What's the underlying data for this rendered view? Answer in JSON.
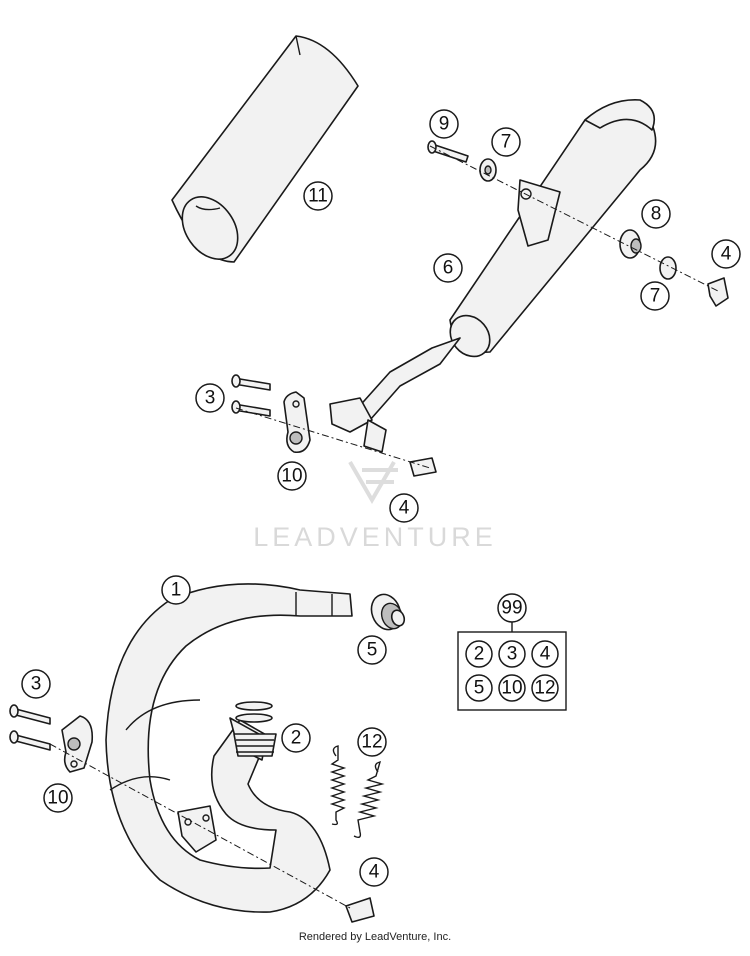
{
  "callouts": {
    "c11": "11",
    "c9": "9",
    "c7a": "7",
    "c8": "8",
    "c4a": "4",
    "c6": "6",
    "c7b": "7",
    "c3a": "3",
    "c10a": "10",
    "c4b": "4",
    "c1": "1",
    "c5": "5",
    "c3b": "3",
    "c2": "2",
    "c12": "12",
    "c10b": "10",
    "c4c": "4"
  },
  "kit": {
    "number": "99",
    "items": [
      "2",
      "3",
      "4",
      "5",
      "10",
      "12"
    ]
  },
  "watermark": "LEADVENTURE",
  "footer": "Rendered by LeadVenture, Inc."
}
